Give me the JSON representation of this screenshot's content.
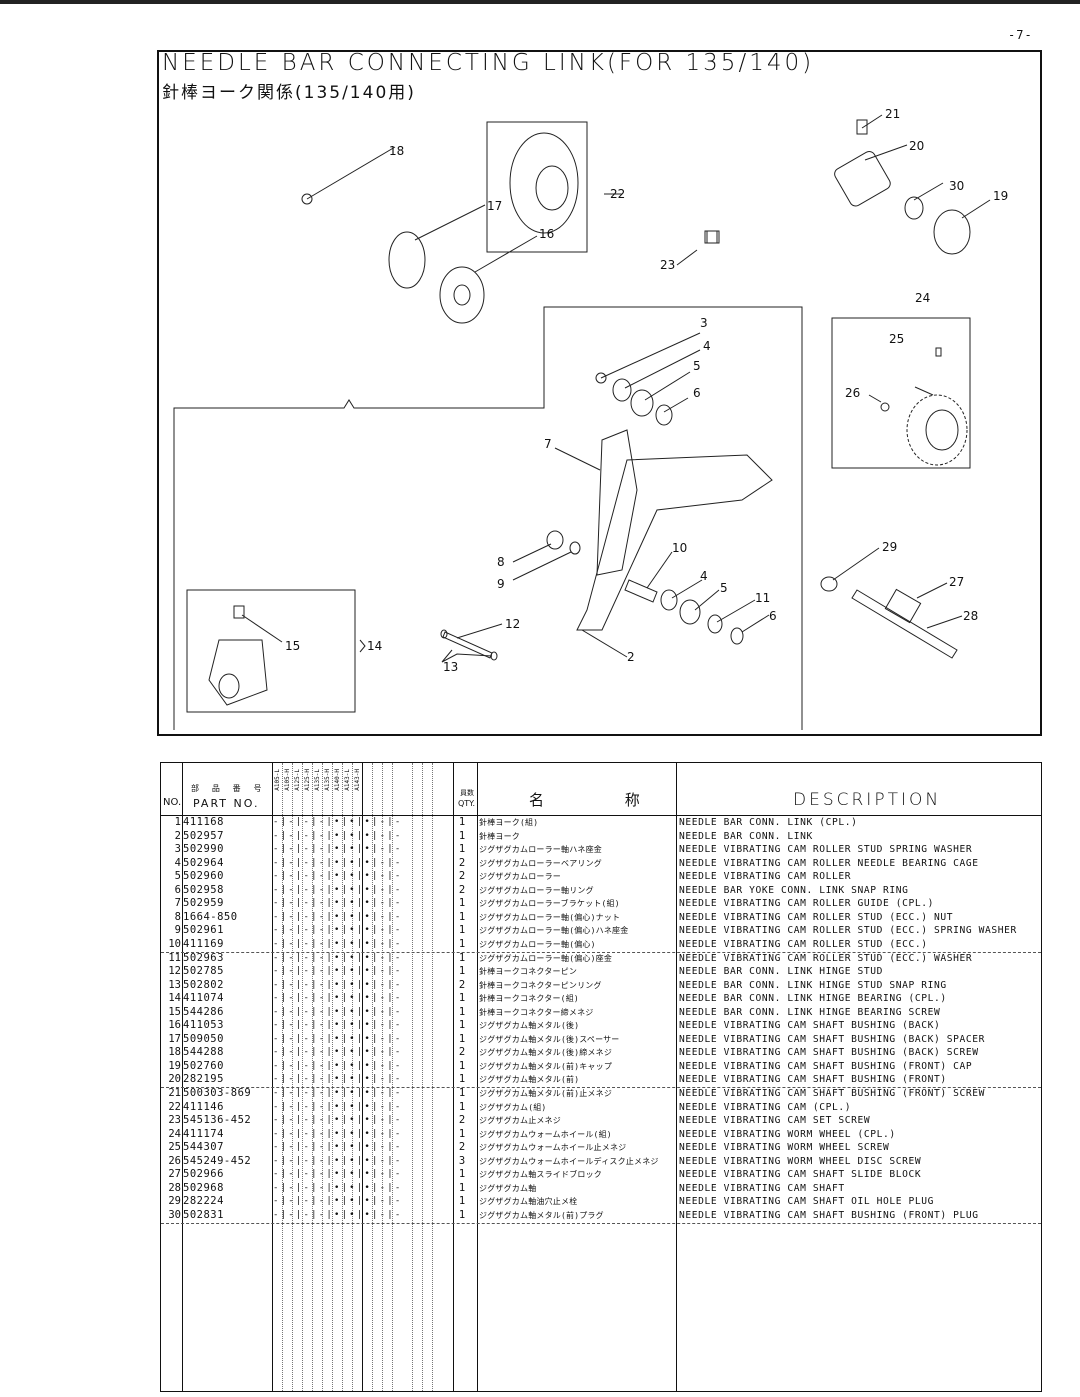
{
  "page": {
    "number": "-7-"
  },
  "title": {
    "en": "NEEDLE BAR CONNECTING LINK(FOR 135/140)",
    "jp": "針棒ヨーク関係(135/140用)"
  },
  "diagram": {
    "callouts": [
      "2",
      "3",
      "4",
      "5",
      "6",
      "7",
      "8",
      "9",
      "10",
      "11",
      "12",
      "13",
      "14",
      "15",
      "16",
      "17",
      "18",
      "19",
      "20",
      "21",
      "22",
      "23",
      "24",
      "25",
      "26",
      "27",
      "28",
      "29",
      "30",
      "4",
      "5",
      "6"
    ]
  },
  "table": {
    "header": {
      "no": "NO.",
      "part_jp": "部 品 番 号",
      "part": "PART NO.",
      "models": [
        "A105-L",
        "A105-H",
        "A125-L",
        "A125-H",
        "A135-L",
        "A135-H",
        "A140-H",
        "A143-L",
        "A143-H"
      ],
      "qty_jp": "員数",
      "qty": "QTY.",
      "name_jp": "名 称",
      "description": "DESCRIPTION"
    },
    "rows": [
      {
        "no": "1",
        "part": "411168",
        "marks": "-|-|-|-|•|•|•|-|-",
        "qty": "1",
        "jp": "針棒ヨーク(組)",
        "desc": "NEEDLE BAR CONN. LINK (CPL.)"
      },
      {
        "no": "2",
        "part": "502957",
        "marks": "-|-|-|-|•|•|•|-|-",
        "qty": "1",
        "jp": "針棒ヨーク",
        "desc": "NEEDLE BAR CONN. LINK"
      },
      {
        "no": "3",
        "part": "502990",
        "marks": "-|-|-|-|•|•|•|-|-",
        "qty": "1",
        "jp": "ジグザグカムローラー軸ハネ座金",
        "desc": "NEEDLE VIBRATING CAM ROLLER STUD SPRING WASHER"
      },
      {
        "no": "4",
        "part": "502964",
        "marks": "-|-|-|-|•|•|•|-|-",
        "qty": "2",
        "jp": "ジグザグカムローラーベアリング",
        "desc": "NEEDLE VIBRATING CAM ROLLER NEEDLE BEARING CAGE"
      },
      {
        "no": "5",
        "part": "502960",
        "marks": "-|-|-|-|•|•|•|-|-",
        "qty": "2",
        "jp": "ジグザグカムローラー",
        "desc": "NEEDLE VIBRATING CAM ROLLER"
      },
      {
        "no": "6",
        "part": "502958",
        "marks": "-|-|-|-|•|•|•|-|-",
        "qty": "2",
        "jp": "ジグザグカムローラー軸リング",
        "desc": "NEEDLE BAR YOKE CONN. LINK SNAP RING"
      },
      {
        "no": "7",
        "part": "502959",
        "marks": "-|-|-|-|•|•|•|-|-",
        "qty": "1",
        "jp": "ジグザグカムローラーブラケット(組)",
        "desc": "NEEDLE VIBRATING CAM ROLLER GUIDE (CPL.)"
      },
      {
        "no": "8",
        "part": "1664-850",
        "marks": "-|-|-|-|•|•|•|-|-",
        "qty": "1",
        "jp": "ジグザグカムローラー軸(偏心)ナット",
        "desc": "NEEDLE VIBRATING CAM ROLLER STUD (ECC.) NUT"
      },
      {
        "no": "9",
        "part": "502961",
        "marks": "-|-|-|-|•|•|•|-|-",
        "qty": "1",
        "jp": "ジグザグカムローラー軸(偏心)ハネ座金",
        "desc": "NEEDLE VIBRATING CAM ROLLER STUD (ECC.) SPRING WASHER"
      },
      {
        "no": "10",
        "part": "411169",
        "marks": "-|-|-|-|•|•|•|-|-",
        "qty": "1",
        "jp": "ジグザグカムローラー軸(偏心)",
        "desc": "NEEDLE VIBRATING CAM ROLLER STUD (ECC.)"
      },
      {
        "no": "11",
        "part": "502963",
        "marks": "-|-|-|-|•|•|•|-|-",
        "qty": "1",
        "jp": "ジグザグカムローラー軸(偏心)座金",
        "desc": "NEEDLE VIBRATING CAM ROLLER STUD (ECC.) WASHER"
      },
      {
        "no": "12",
        "part": "502785",
        "marks": "-|-|-|-|•|•|•|-|-",
        "qty": "1",
        "jp": "針棒ヨークコネクターピン",
        "desc": "NEEDLE BAR CONN. LINK HINGE STUD"
      },
      {
        "no": "13",
        "part": "502802",
        "marks": "-|-|-|-|•|•|•|-|-",
        "qty": "2",
        "jp": "針棒ヨークコネクターピンリング",
        "desc": "NEEDLE BAR CONN. LINK HINGE STUD SNAP RING"
      },
      {
        "no": "14",
        "part": "411074",
        "marks": "-|-|-|-|•|•|•|-|-",
        "qty": "1",
        "jp": "針棒ヨークコネクター(組)",
        "desc": "NEEDLE BAR CONN. LINK HINGE BEARING (CPL.)"
      },
      {
        "no": "15",
        "part": "544286",
        "marks": "-|-|-|-|•|•|•|-|-",
        "qty": "1",
        "jp": "針棒ヨークコネクター締メネジ",
        "desc": "NEEDLE BAR CONN. LINK HINGE BEARING SCREW"
      },
      {
        "no": "16",
        "part": "411053",
        "marks": "-|-|-|-|•|•|•|-|-",
        "qty": "1",
        "jp": "ジグザグカム軸メタル(後)",
        "desc": "NEEDLE VIBRATING CAM SHAFT BUSHING (BACK)"
      },
      {
        "no": "17",
        "part": "509050",
        "marks": "-|-|-|-|•|•|•|-|-",
        "qty": "1",
        "jp": "ジグザグカム軸メタル(後)スペーサー",
        "desc": "NEEDLE VIBRATING CAM SHAFT BUSHING (BACK) SPACER"
      },
      {
        "no": "18",
        "part": "544288",
        "marks": "-|-|-|-|•|•|•|-|-",
        "qty": "2",
        "jp": "ジグザグカム軸メタル(後)締メネジ",
        "desc": "NEEDLE VIBRATING CAM SHAFT BUSHING (BACK) SCREW"
      },
      {
        "no": "19",
        "part": "502760",
        "marks": "-|-|-|-|•|•|•|-|-",
        "qty": "1",
        "jp": "ジグザグカム軸メタル(前)キャップ",
        "desc": "NEEDLE VIBRATING CAM SHAFT BUSHING (FRONT) CAP"
      },
      {
        "no": "20",
        "part": "282195",
        "marks": "-|-|-|-|•|•|•|-|-",
        "qty": "1",
        "jp": "ジグザグカム軸メタル(前)",
        "desc": "NEEDLE VIBRATING CAM SHAFT BUSHING (FRONT)"
      },
      {
        "no": "21",
        "part": "500303-869",
        "marks": "-|-|-|-|•|•|•|-|-",
        "qty": "1",
        "jp": "ジグザグカム軸メタル(前)止メネジ",
        "desc": "NEEDLE VIBRATING CAM SHAFT BUSHING (FRONT) SCREW"
      },
      {
        "no": "22",
        "part": "411146",
        "marks": "-|-|-|-|•|•|•|-|-",
        "qty": "1",
        "jp": "ジグザグカム(組)",
        "desc": "NEEDLE VIBRATING CAM (CPL.)"
      },
      {
        "no": "23",
        "part": "545136-452",
        "marks": "-|-|-|-|•|•|•|-|-",
        "qty": "2",
        "jp": "ジグザグカム止メネジ",
        "desc": "NEEDLE VIBRATING CAM SET SCREW"
      },
      {
        "no": "24",
        "part": "411174",
        "marks": "-|-|-|-|•|•|•|-|-",
        "qty": "1",
        "jp": "ジグザグカムウォームホイール(組)",
        "desc": "NEEDLE VIBRATING WORM WHEEL (CPL.)"
      },
      {
        "no": "25",
        "part": "544307",
        "marks": "-|-|-|-|•|•|•|-|-",
        "qty": "2",
        "jp": "ジグザグカムウォームホイール止メネジ",
        "desc": "NEEDLE VIBRATING WORM WHEEL SCREW"
      },
      {
        "no": "26",
        "part": "545249-452",
        "marks": "-|-|-|-|•|•|•|-|-",
        "qty": "3",
        "jp": "ジグザグカムウォームホイールディスク止メネジ",
        "desc": "NEEDLE VIBRATING WORM WHEEL DISC SCREW"
      },
      {
        "no": "27",
        "part": "502966",
        "marks": "-|-|-|-|•|•|•|-|-",
        "qty": "1",
        "jp": "ジグザグカム軸スライドブロック",
        "desc": "NEEDLE VIBRATING CAM SHAFT SLIDE BLOCK"
      },
      {
        "no": "28",
        "part": "502968",
        "marks": "-|-|-|-|•|•|•|-|-",
        "qty": "1",
        "jp": "ジグザグカム軸",
        "desc": "NEEDLE VIBRATING CAM SHAFT"
      },
      {
        "no": "29",
        "part": "282224",
        "marks": "-|-|-|-|•|•|•|-|-",
        "qty": "1",
        "jp": "ジグザグカム軸油穴止メ栓",
        "desc": "NEEDLE VIBRATING CAM SHAFT OIL HOLE PLUG"
      },
      {
        "no": "30",
        "part": "502831",
        "marks": "-|-|-|-|•|•|•|-|-",
        "qty": "1",
        "jp": "ジグザグカム軸メタル(前)プラグ",
        "desc": "NEEDLE VIBRATING CAM SHAFT BUSHING (FRONT) PLUG"
      }
    ]
  }
}
